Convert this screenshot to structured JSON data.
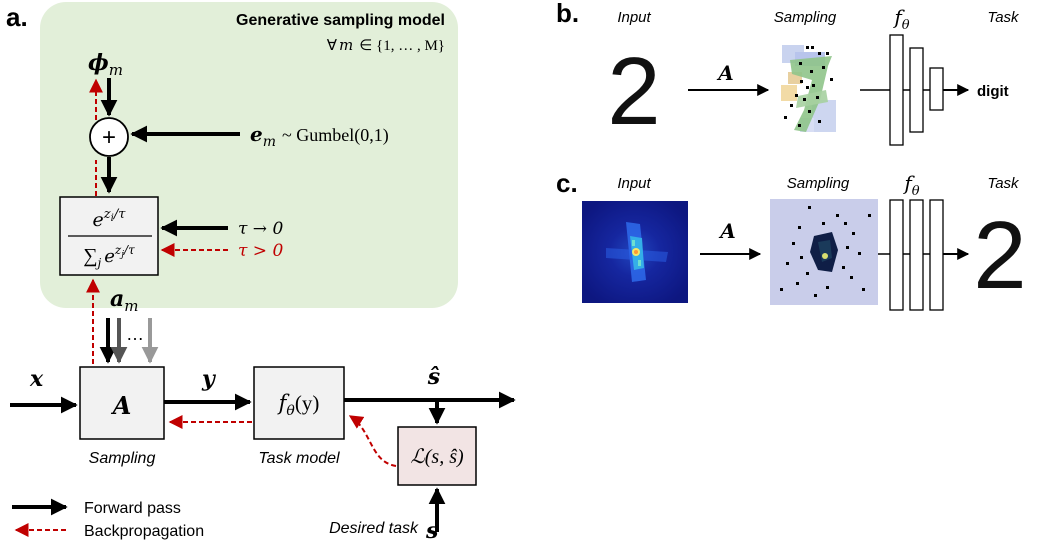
{
  "panel_a": {
    "label": "a.",
    "sampling_model_title": "Generative sampling model",
    "forall_prefix": "∀",
    "forall_var": "m",
    "forall_set": "∈ {1, … , M}",
    "phi_var": "ϕ",
    "phi_sub": "m",
    "plus_symbol": "+",
    "gumbel_var": "e",
    "gumbel_sub": "m",
    "gumbel_dist": "~ Gumbel(0,1)",
    "softmax_num_base": "e",
    "softmax_num_exp": "z",
    "softmax_num_exp_sub": "i",
    "softmax_num_exp_tail": "/τ",
    "softmax_den_sum": "∑",
    "softmax_den_sum_sub": "j",
    "softmax_den_base": "e",
    "softmax_den_exp": "z",
    "softmax_den_exp_sub": "j",
    "softmax_den_exp_tail": "/τ",
    "tau_limit": "τ → 0",
    "tau_positive": "τ > 0",
    "a_var": "a",
    "a_sub": "m",
    "ellipsis": "…",
    "x_var": "x",
    "y_var": "y",
    "A_label": "A",
    "sampling_caption": "Sampling",
    "f_base": "f",
    "f_sub": "θ",
    "f_arg": "(y)",
    "task_model_caption": "Task model",
    "s_hat": "ŝ",
    "loss_text": "ℒ(s, ŝ)",
    "desired_task_caption": "Desired task",
    "s_var": "s",
    "legend_forward": "Forward pass",
    "legend_backprop": "Backpropagation"
  },
  "panel_b": {
    "label": "b.",
    "input_header": "Input",
    "sampling_header": "Sampling",
    "f_header_base": "f",
    "f_header_sub": "θ",
    "task_header": "Task",
    "arrow_label": "A",
    "input_digit": "2",
    "output_label": "digit"
  },
  "panel_c": {
    "label": "c.",
    "input_header": "Input",
    "sampling_header": "Sampling",
    "f_header_base": "f",
    "f_header_sub": "θ",
    "task_header": "Task",
    "arrow_label": "A",
    "output_digit": "2"
  },
  "colors": {
    "green_panel": "#e2efd9",
    "box_fill": "#f2f2f2",
    "loss_fill": "#f2e4e4",
    "red": "#c00000",
    "dark_gray": "#555555",
    "mid_gray": "#999999",
    "fft_dark": "#101a8a"
  }
}
